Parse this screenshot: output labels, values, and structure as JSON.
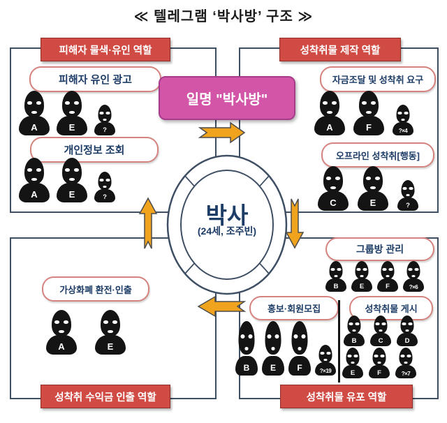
{
  "title": "≪ 텔레그램 ‘박사방’ 구조 ≫",
  "colors": {
    "role_header_red": "#d14b45",
    "alias_pink": "#d355a8",
    "pill_border_salmon": "#d5837f",
    "box_border_slate": "#3e4f63",
    "arrow_orange": "#f0a41e",
    "text_navy": "#1d3c66"
  },
  "center": {
    "name": "박사",
    "detail": "(24세, 조주빈)",
    "alias_label": "일명 \"박사방\""
  },
  "quadrants": {
    "top_left": {
      "role": "피해자 물색·유인 역할",
      "pills": [
        {
          "label": "피해자 유인 광고",
          "figures": [
            {
              "label": "A",
              "size": "lg"
            },
            {
              "label": "E",
              "size": "lg"
            },
            {
              "label": "?",
              "size": "sm"
            }
          ]
        },
        {
          "label": "개인정보 조회",
          "figures": [
            {
              "label": "A",
              "size": "lg"
            },
            {
              "label": "E",
              "size": "lg"
            },
            {
              "label": "?",
              "size": "sm"
            }
          ]
        }
      ]
    },
    "top_right": {
      "role": "성착취물 제작 역할",
      "pills": [
        {
          "label": "자금조달 및 성착취 요구",
          "figures": [
            {
              "label": "A",
              "size": "lg"
            },
            {
              "label": "F",
              "size": "lg"
            },
            {
              "label": "?×4",
              "size": "sm"
            }
          ]
        },
        {
          "label": "오프라인 성착취[행동]",
          "figures": [
            {
              "label": "C",
              "size": "lg"
            },
            {
              "label": "E",
              "size": "lg"
            },
            {
              "label": "?",
              "size": "sm"
            }
          ]
        }
      ]
    },
    "bottom_left": {
      "role": "성착취 수익금 인출 역할",
      "pills": [
        {
          "label": "가상화폐 환전·인출",
          "figures": [
            {
              "label": "A",
              "size": "lg"
            },
            {
              "label": "E",
              "size": "lg"
            }
          ]
        }
      ]
    },
    "bottom_right": {
      "role": "성착취물 유포 역할",
      "pills": [
        {
          "label": "그룹방 관리",
          "figures": [
            {
              "label": "B",
              "size": "sm"
            },
            {
              "label": "E",
              "size": "sm"
            },
            {
              "label": "F",
              "size": "sm"
            },
            {
              "label": "?×6",
              "size": "sm"
            }
          ]
        },
        {
          "label": "홍보·회원모집",
          "figures": [
            {
              "label": "B",
              "size": "tall"
            },
            {
              "label": "E",
              "size": "tall"
            },
            {
              "label": "F",
              "size": "tall"
            },
            {
              "label": "?×19",
              "size": "sm"
            }
          ]
        },
        {
          "label": "성착취물 게시",
          "figures_rows": [
            [
              {
                "label": "B",
                "size": "sm"
              },
              {
                "label": "C",
                "size": "sm"
              },
              {
                "label": "D",
                "size": "sm"
              }
            ],
            [
              {
                "label": "E",
                "size": "sm"
              },
              {
                "label": "F",
                "size": "sm"
              },
              {
                "label": "?×7",
                "size": "sm"
              }
            ]
          ]
        }
      ]
    }
  }
}
